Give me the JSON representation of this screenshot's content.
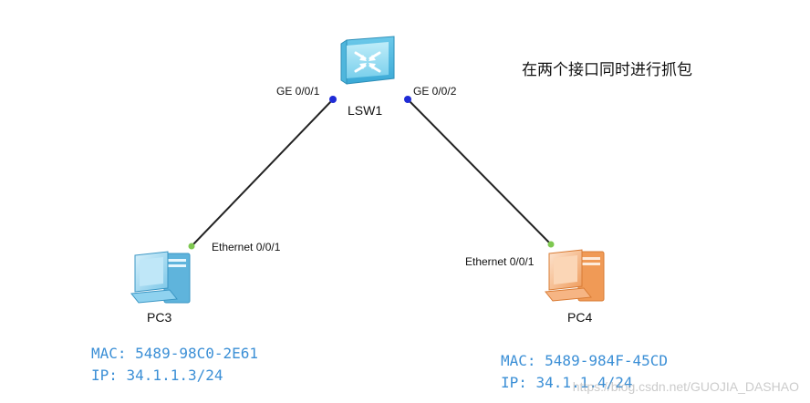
{
  "note": "在两个接口同时进行抓包",
  "colors": {
    "link": "#222222",
    "switch_port": "#1f2bd6",
    "pc_port": "#7ec850",
    "info_text": "#3b8fd6",
    "pc3_body": "#9fd8f2",
    "pc4_body": "#f3b07c"
  },
  "nodes": {
    "switch": {
      "name": "LSW1",
      "icon": "switch-icon"
    },
    "pc3": {
      "name": "PC3",
      "icon": "pc-icon",
      "mac": "MAC: 5489-98C0-2E61",
      "ip": "IP: 34.1.1.3/24"
    },
    "pc4": {
      "name": "PC4",
      "icon": "pc-icon",
      "mac": "MAC: 5489-984F-45CD",
      "ip": "IP: 34.1.1.4/24"
    }
  },
  "links": [
    {
      "from_port": "GE 0/0/1",
      "to_port": "Ethernet 0/0/1"
    },
    {
      "from_port": "GE 0/0/2",
      "to_port": "Ethernet 0/0/1"
    }
  ],
  "watermark": "https://blog.csdn.net/GUOJIA_DASHAO"
}
